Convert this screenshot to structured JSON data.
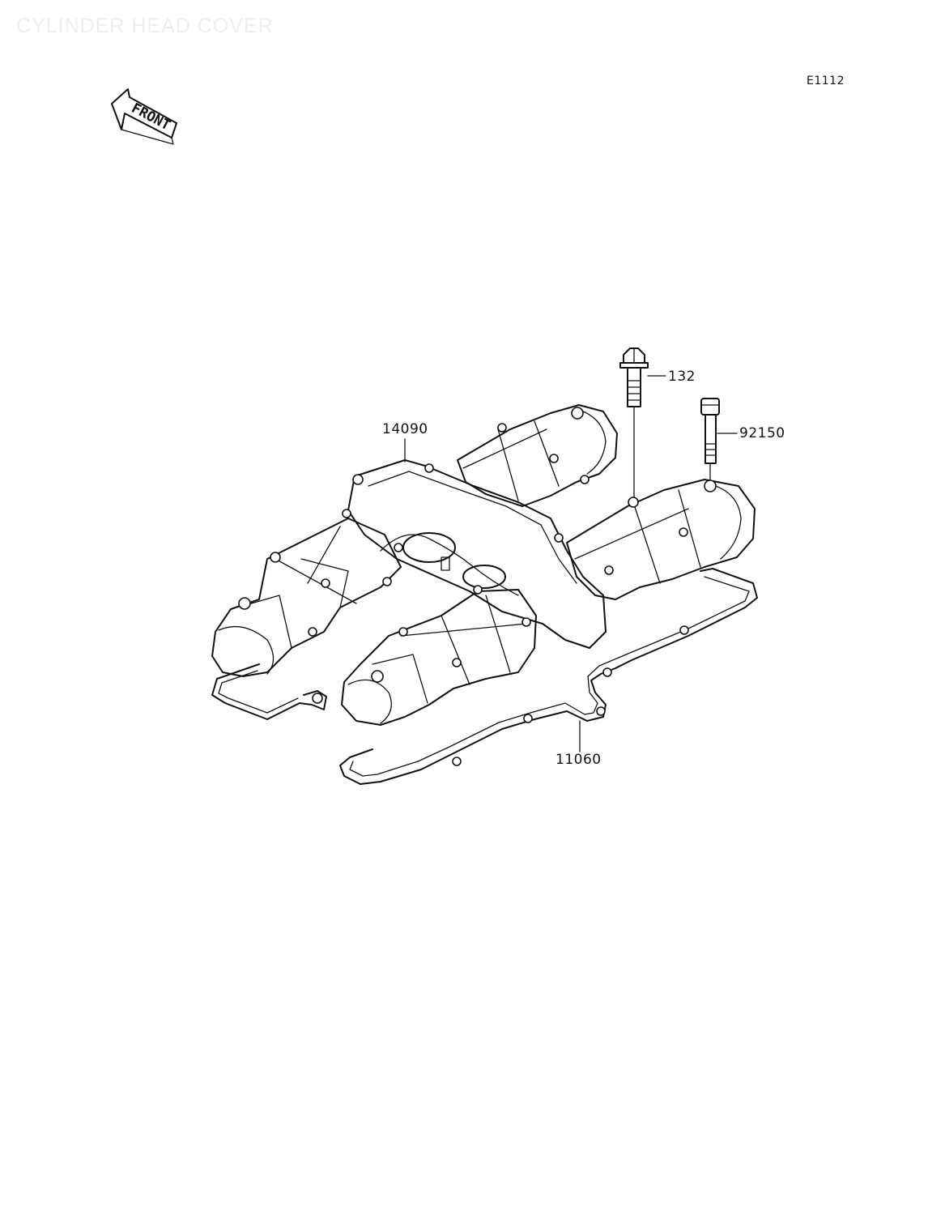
{
  "header": {
    "title": "CYLINDER HEAD COVER",
    "diagram_code": "E1112"
  },
  "front_arrow": {
    "label": "FRONT"
  },
  "parts": [
    {
      "number": "132"
    },
    {
      "number": "92150"
    },
    {
      "number": "14090"
    },
    {
      "number": "11060"
    }
  ]
}
